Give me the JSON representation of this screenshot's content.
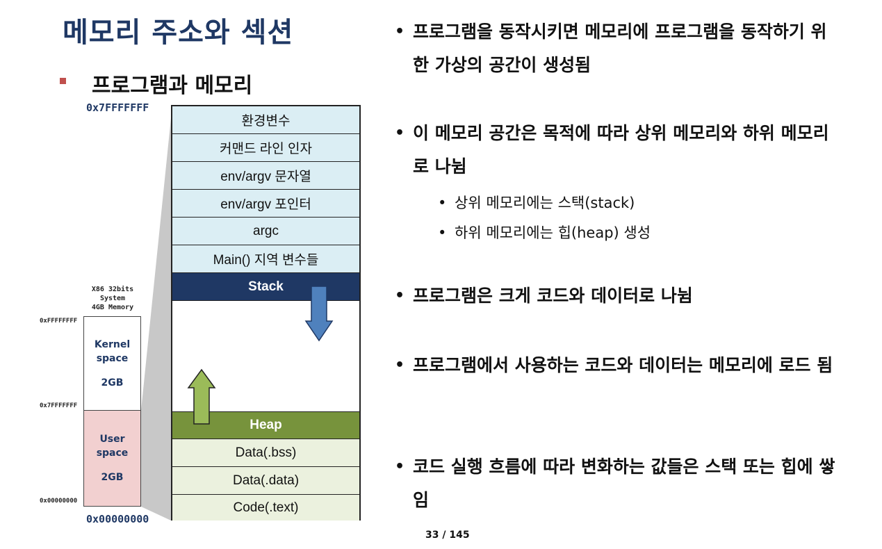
{
  "title": "메모리 주소와 섹션",
  "subtitle": "프로그램과 메모리",
  "addresses": {
    "top": "0x7FFFFFFF",
    "bottom": "0x00000000"
  },
  "memory_sections": [
    "환경변수",
    "커맨드 라인 인자",
    "env/argv 문자열",
    "env/argv 포인터",
    "argc",
    "Main() 지역 변수들",
    "Stack",
    "Heap",
    "Data(.bss)",
    "Data(.data)",
    "Code(.text)"
  ],
  "system": {
    "label_line1": "X86 32bits",
    "label_line2": "System",
    "label_line3": "4GB Memory",
    "addr_top": "0xFFFFFFFF",
    "addr_mid": "0x7FFFFFFF",
    "addr_bottom": "0x00000000",
    "kernel_name_1": "Kernel",
    "kernel_name_2": "space",
    "kernel_size": "2GB",
    "user_name_1": "User",
    "user_name_2": "space",
    "user_size": "2GB"
  },
  "bullets": [
    {
      "text": "프로그램을 동작시키면 메모리에 프로그램을 동작하기 위한 가상의 공간이 생성됨"
    },
    {
      "text": "이 메모리 공간은 목적에 따라 상위 메모리와 하위 메모리로 나뉨"
    },
    {
      "text": "프로그램은 크게 코드와 데이터로 나뉨"
    },
    {
      "text": "프로그램에서 사용하는 코드와 데이터는 메모리에 로드 됨"
    },
    {
      "text": "코드 실행 흐름에 따라 변화하는 값들은 스택 또는 힙에 쌓임"
    }
  ],
  "sub_bullets": [
    "상위 메모리에는 스택(stack)",
    "하위 메모리에는 힙(heap) 생성"
  ],
  "page_number": "33 / 145",
  "colors": {
    "title": "#1f3864",
    "stack": "#1f3864",
    "heap": "#77933c",
    "light_cell": "#dbeef4",
    "pale_cell": "#ebf1de",
    "user_space": "#f2d0d0",
    "arrow_down": "#4f81bd",
    "arrow_up": "#9bbb59"
  }
}
